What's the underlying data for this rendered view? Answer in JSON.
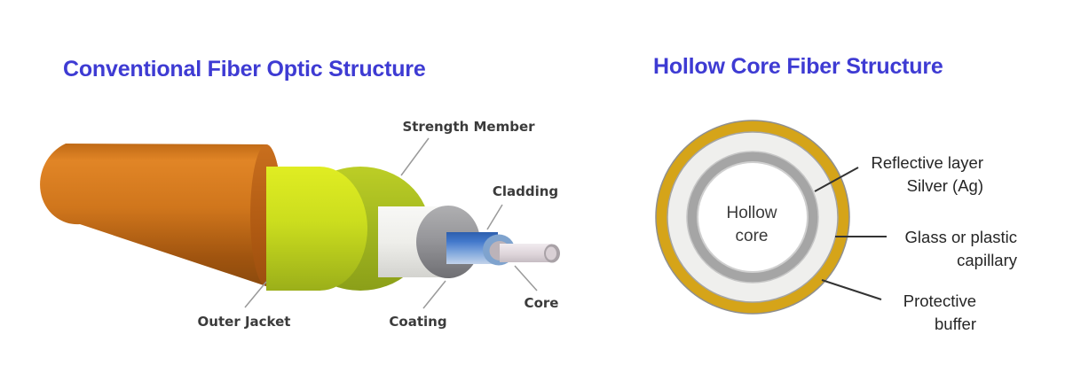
{
  "left_panel": {
    "title": "Conventional Fiber Optic Structure",
    "labels": {
      "strength_member": "Strength Member",
      "cladding": "Cladding",
      "core": "Core",
      "outer_jacket": "Outer Jacket",
      "coating": "Coating"
    }
  },
  "right_panel": {
    "title": "Hollow Core Fiber Structure",
    "center_label": "Hollow core",
    "labels": {
      "reflective_layer": "Reflective layer\nSilver (Ag)",
      "capillary": "Glass or plastic\ncapillary",
      "protective_buffer": "Protective\nbuffer"
    }
  },
  "colors": {
    "title_blue": "#3e3bd3",
    "outer_jacket_orange": "#d8791f",
    "strength_member_yellow": "#c8da1e",
    "coating_white": "#efefec",
    "coating_face_gray": "#98989a",
    "cladding_blue": "#4a82d2",
    "core_tip_white": "#ddd4d9",
    "protective_buffer_gold": "#d5a419",
    "capillary_gray": "#efefed",
    "reflective_silver": "#a5a5a5",
    "hollow_core_white": "#ffffff"
  }
}
